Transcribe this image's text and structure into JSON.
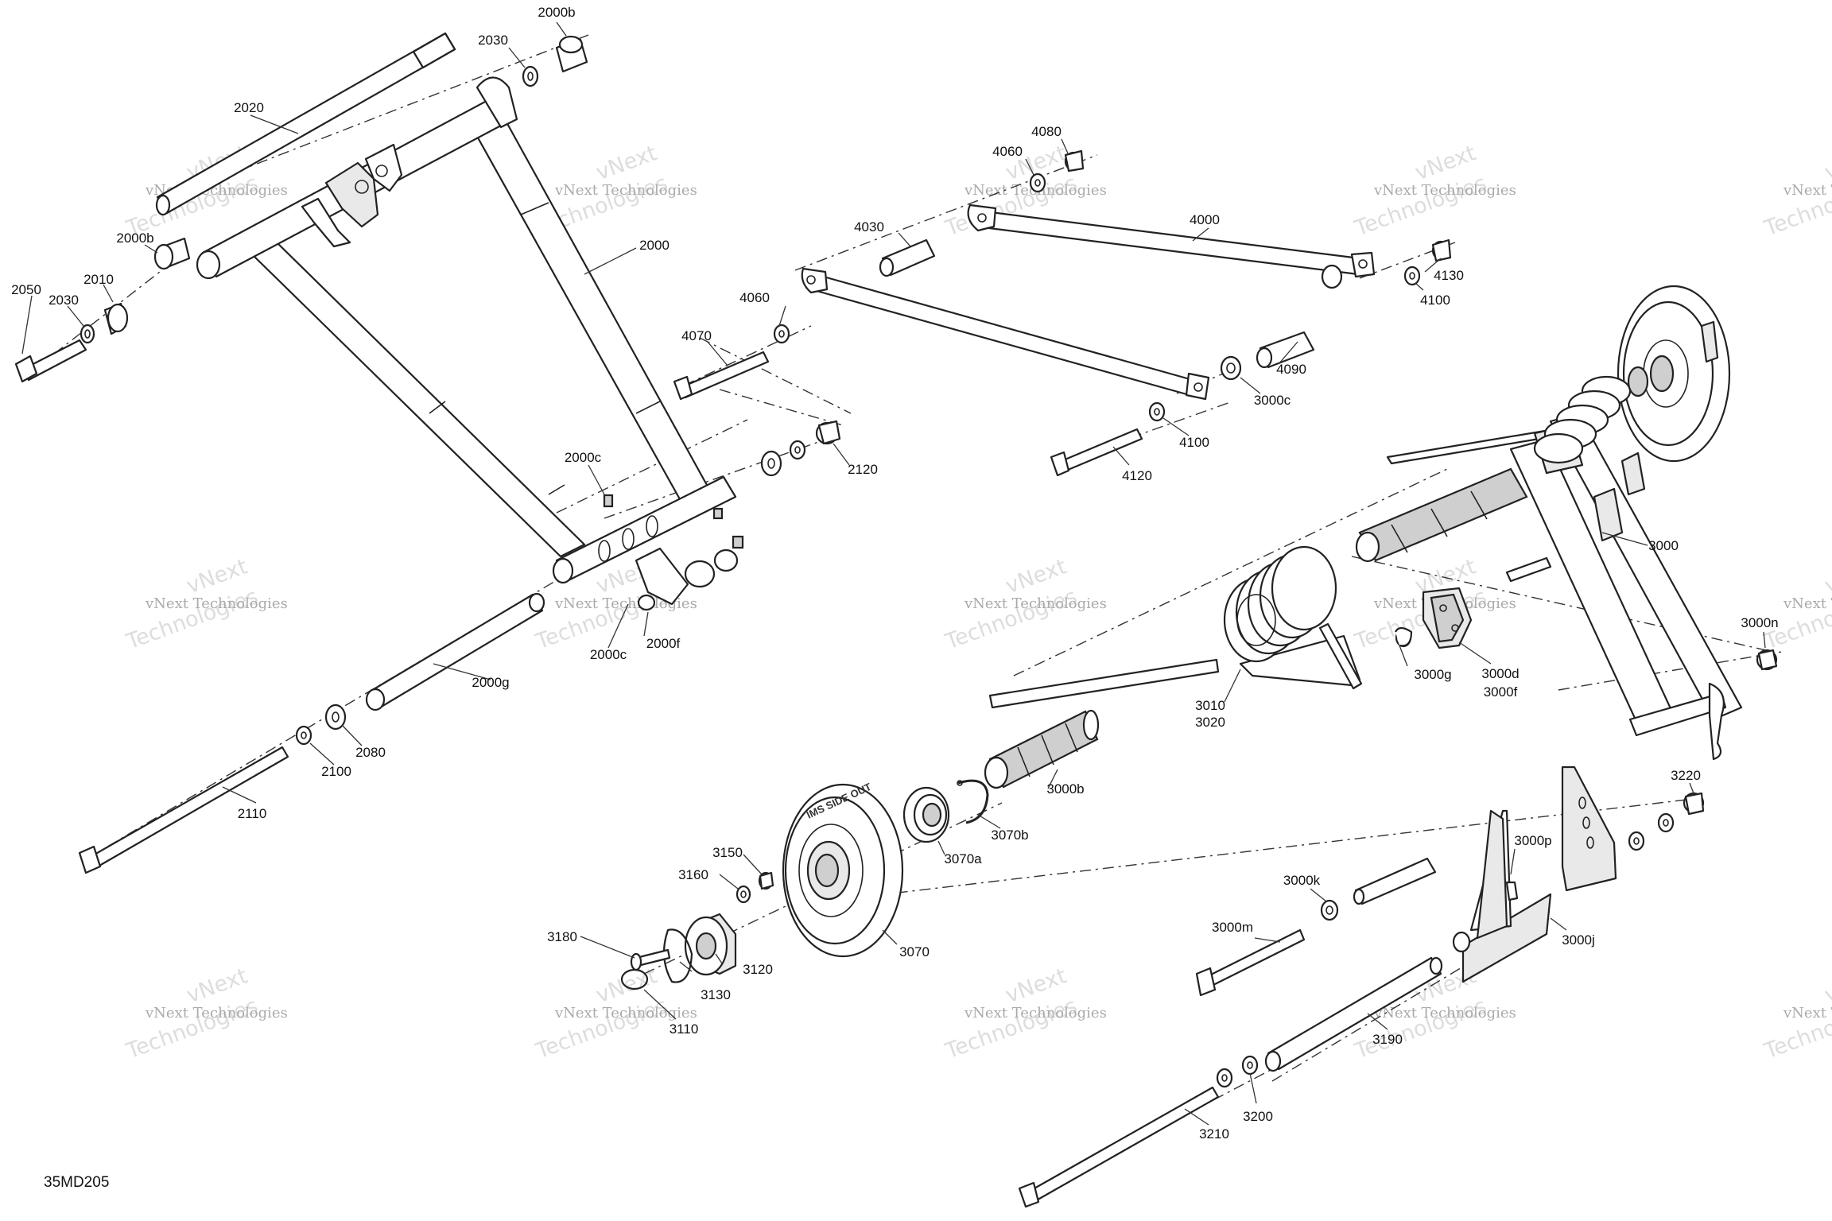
{
  "drawing_ref": "35MD205",
  "watermark": {
    "line1": "vNext Technologies",
    "line2": "Technologies",
    "over": "vNext"
  },
  "labels": {
    "p2000b_a": "2000b",
    "p2030_a": "2030",
    "p2020": "2020",
    "p2000b_b": "2000b",
    "p2010": "2010",
    "p2030_b": "2030",
    "p2050": "2050",
    "p2000": "2000",
    "p2000c_a": "2000c",
    "p2000c_b": "2000c",
    "p2000f": "2000f",
    "p2000g": "2000g",
    "p2080": "2080",
    "p2100": "2100",
    "p2110": "2110",
    "p2120": "2120",
    "p4080": "4080",
    "p4060_a": "4060",
    "p4030": "4030",
    "p4000": "4000",
    "p4060_b": "4060",
    "p4070": "4070",
    "p4130": "4130",
    "p4100_a": "4100",
    "p4090": "4090",
    "p3000c": "3000c",
    "p4100_b": "4100",
    "p4120": "4120",
    "p3000": "3000",
    "p3000n": "3000n",
    "p3000g": "3000g",
    "p3000d": "3000d",
    "p3000f": "3000f",
    "p3010": "3010",
    "p3020": "3020",
    "p3000b": "3000b",
    "p3070b": "3070b",
    "p3070a": "3070a",
    "p3070": "3070",
    "p3150": "3150",
    "p3160": "3160",
    "p3180": "3180",
    "p3120": "3120",
    "p3130": "3130",
    "p3110": "3110",
    "p3220": "3220",
    "p3000p": "3000p",
    "p3000k": "3000k",
    "p3000m": "3000m",
    "p3000j": "3000j",
    "p3190": "3190",
    "p3200": "3200",
    "p3210": "3210"
  },
  "wheel_text": "IMS SIDE OUT"
}
